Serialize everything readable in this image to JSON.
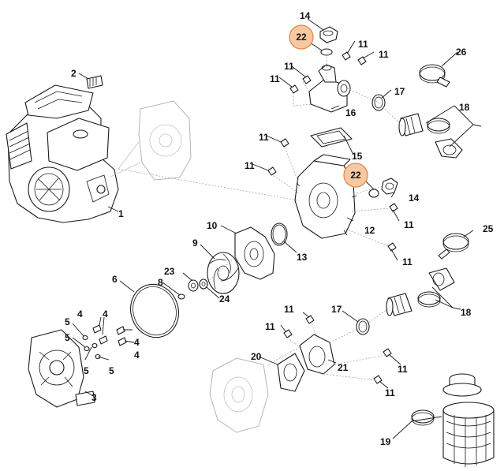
{
  "highlight": {
    "fill": "#f7c9a3",
    "stroke": "#e08a4a",
    "text": "#111111"
  },
  "callouts": {
    "c1": "1",
    "c2": "2",
    "c3": "3",
    "c4a": "4",
    "c4b": "4",
    "c4c": "4",
    "c4d": "4",
    "c5a": "5",
    "c5b": "5",
    "c5c": "5",
    "c5d": "5",
    "c6": "6",
    "c8": "8",
    "c9": "9",
    "c10": "10",
    "c11a": "11",
    "c11b": "11",
    "c11c": "11",
    "c11d": "11",
    "c11e": "11",
    "c11f": "11",
    "c11g": "11",
    "c11h": "11",
    "c11i": "11",
    "c11j": "11",
    "c11k": "11",
    "c11l": "11",
    "c12": "12",
    "c13": "13",
    "c14a": "14",
    "c14b": "14",
    "c15": "15",
    "c16": "16",
    "c17a": "17",
    "c17b": "17",
    "c18a": "18",
    "c18b": "18",
    "c19": "19",
    "c20": "20",
    "c21": "21",
    "c22a": "22",
    "c22b": "22",
    "c23": "23",
    "c24": "24",
    "c25": "25",
    "c26": "26"
  }
}
